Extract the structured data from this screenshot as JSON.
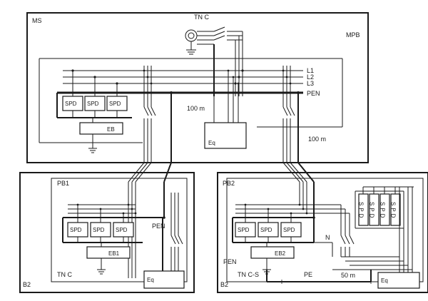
{
  "labels": {
    "ms": "MS",
    "tnc_top": "TN C",
    "mpb": "MPB",
    "l1": "L1",
    "l2": "L2",
    "l3": "L3",
    "pen_main": "PEN",
    "dist_100m_a": "100 m",
    "dist_100m_b": "100 m",
    "eb": "EB",
    "eq_main": "Eq",
    "spd": "SPD",
    "pb1": "PB1",
    "eb1": "EB1",
    "pen_pb1": "PEN",
    "tnc_b2": "TN C",
    "b2_left": "B2",
    "eq_b2_left": "Eq",
    "pb2": "PB2",
    "eb2": "EB2",
    "pen_pb2": "PEN",
    "tncs": "TN C-S",
    "b2_right": "B2",
    "pe": "PE",
    "dist_50m": "50 m",
    "eq_b2_right": "Eq",
    "n": "N",
    "spd_vertical": "SPD"
  },
  "colors": {
    "line": "#1a1a1a",
    "background": "#ffffff"
  }
}
